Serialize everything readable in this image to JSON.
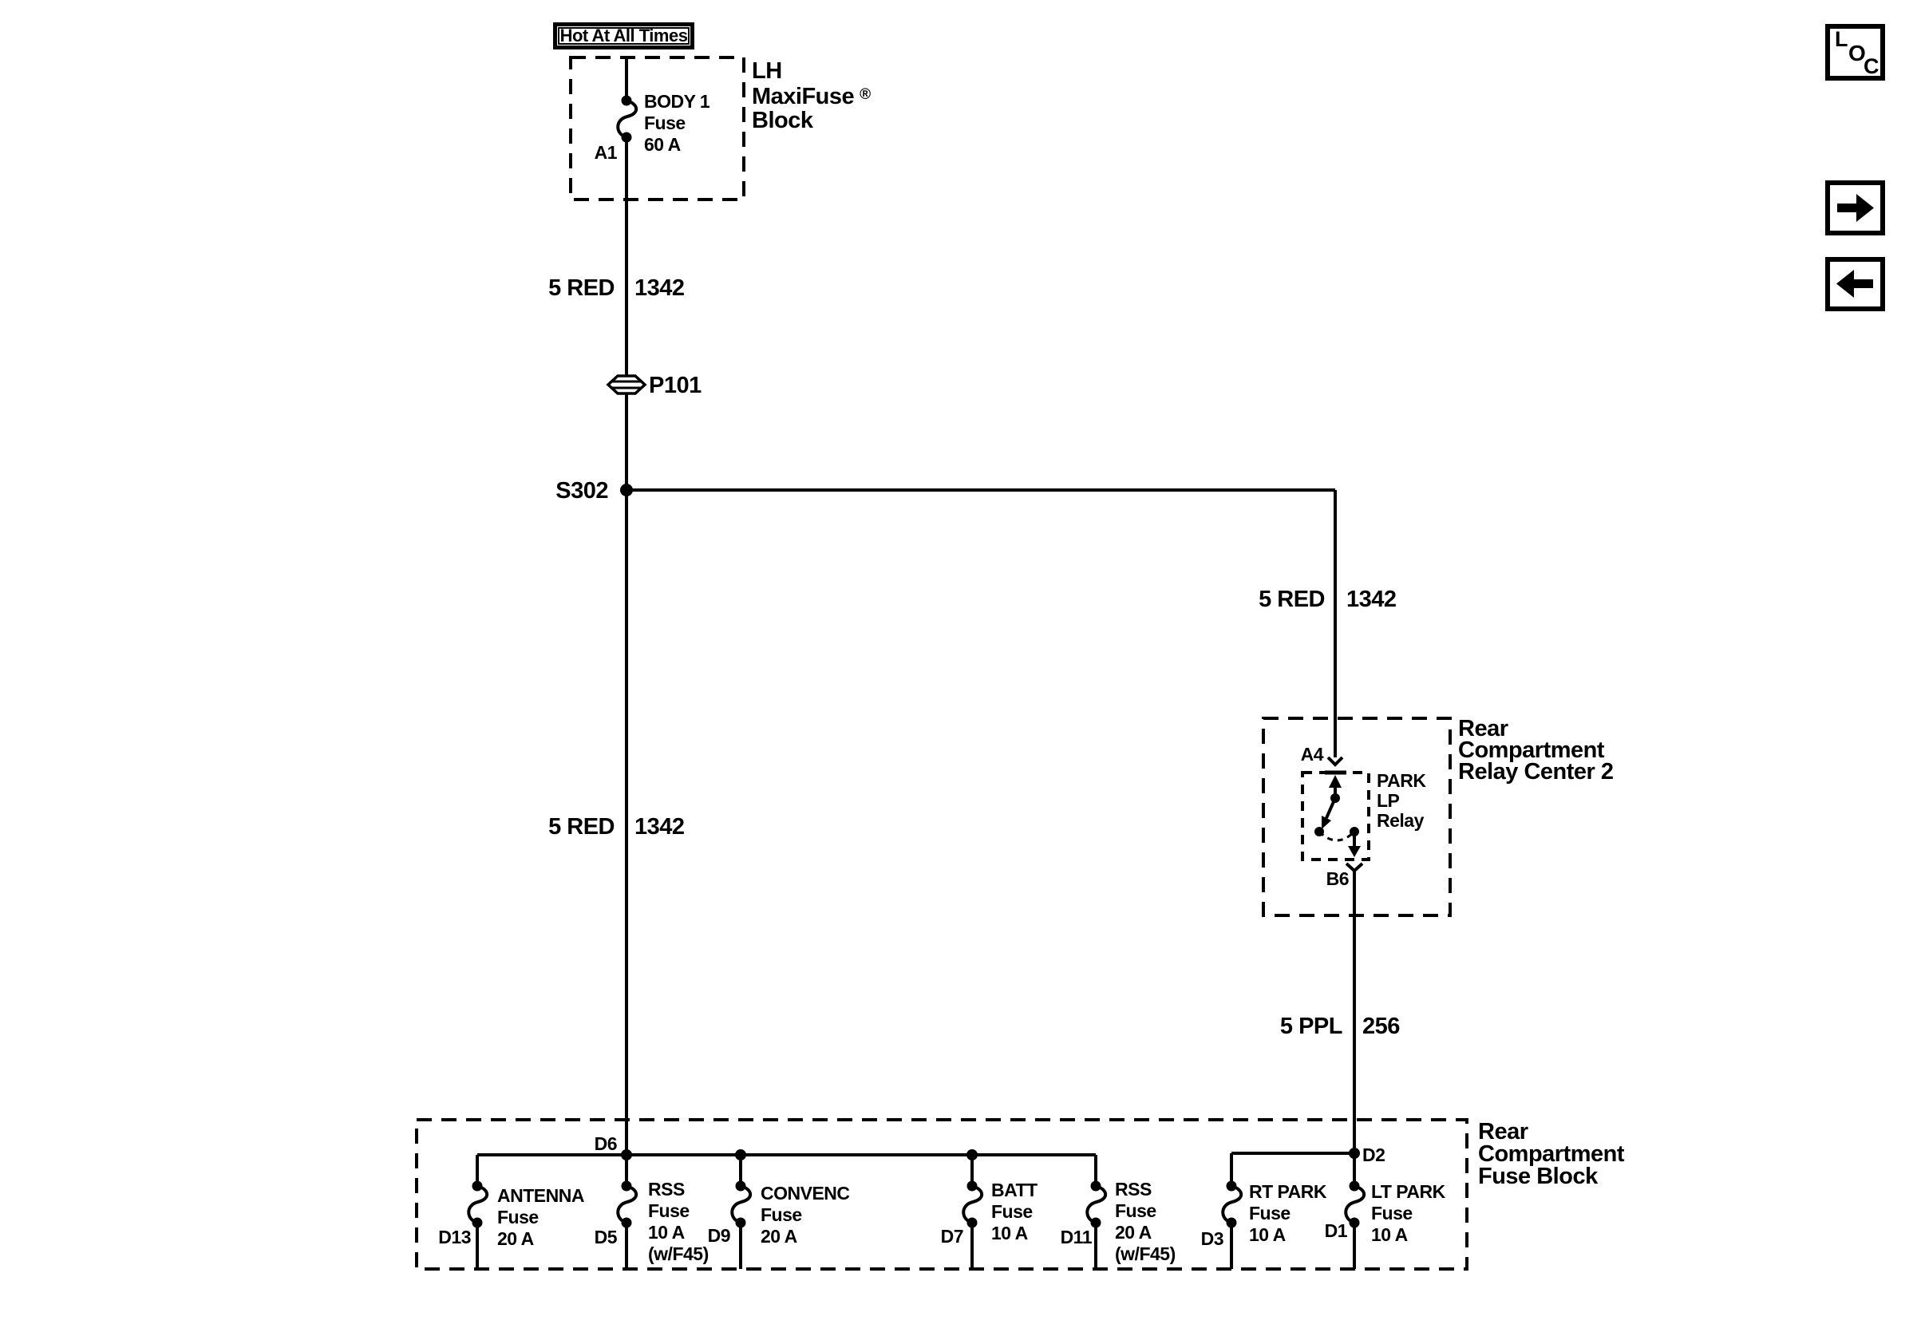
{
  "title_box": {
    "label": "Hot At All Times"
  },
  "maxifuse_block": {
    "line1": "LH",
    "line2": "MaxiFuse",
    "reg": "®",
    "line3": "Block",
    "fuse_name": "BODY 1",
    "fuse_word": "Fuse",
    "fuse_rating": "60 A",
    "pin": "A1"
  },
  "connector": {
    "id": "P101"
  },
  "splice": {
    "id": "S302"
  },
  "wire_labels": [
    {
      "spec": "5 RED",
      "circuit": "1342"
    },
    {
      "spec": "5 RED",
      "circuit": "1342"
    },
    {
      "spec": "5 RED",
      "circuit": "1342"
    },
    {
      "spec": "5 PPL",
      "circuit": "256"
    }
  ],
  "relay_center": {
    "name_line1": "Rear",
    "name_line2": "Compartment",
    "name_line3": "Relay Center 2",
    "pin_in": "A4",
    "pin_out": "B6",
    "relay_line1": "PARK",
    "relay_line2": "LP",
    "relay_line3": "Relay"
  },
  "fuse_block": {
    "name_line1": "Rear",
    "name_line2": "Compartment",
    "name_line3": "Fuse Block",
    "bus1_pin": "D6",
    "bus2_pin": "D2",
    "fuses": [
      {
        "pin": "D13",
        "l1": "ANTENNA",
        "l2": "Fuse",
        "l3": "20 A"
      },
      {
        "pin": "D5",
        "l1": "RSS",
        "l2": "Fuse",
        "l3": "10 A",
        "l4": "(w/F45)"
      },
      {
        "pin": "D9",
        "l1": "CONVENC",
        "l2": "Fuse",
        "l3": "20 A"
      },
      {
        "pin": "D7",
        "l1": "BATT",
        "l2": "Fuse",
        "l3": "10 A"
      },
      {
        "pin": "D11",
        "l1": "RSS",
        "l2": "Fuse",
        "l3": "20 A",
        "l4": "(w/F45)"
      },
      {
        "pin": "D3",
        "l1": "RT PARK",
        "l2": "Fuse",
        "l3": "10 A"
      },
      {
        "pin": "D1",
        "l1": "LT PARK",
        "l2": "Fuse",
        "l3": "10 A"
      }
    ]
  },
  "nav": {
    "loc_l": "L",
    "loc_o": "O",
    "loc_c": "C"
  }
}
